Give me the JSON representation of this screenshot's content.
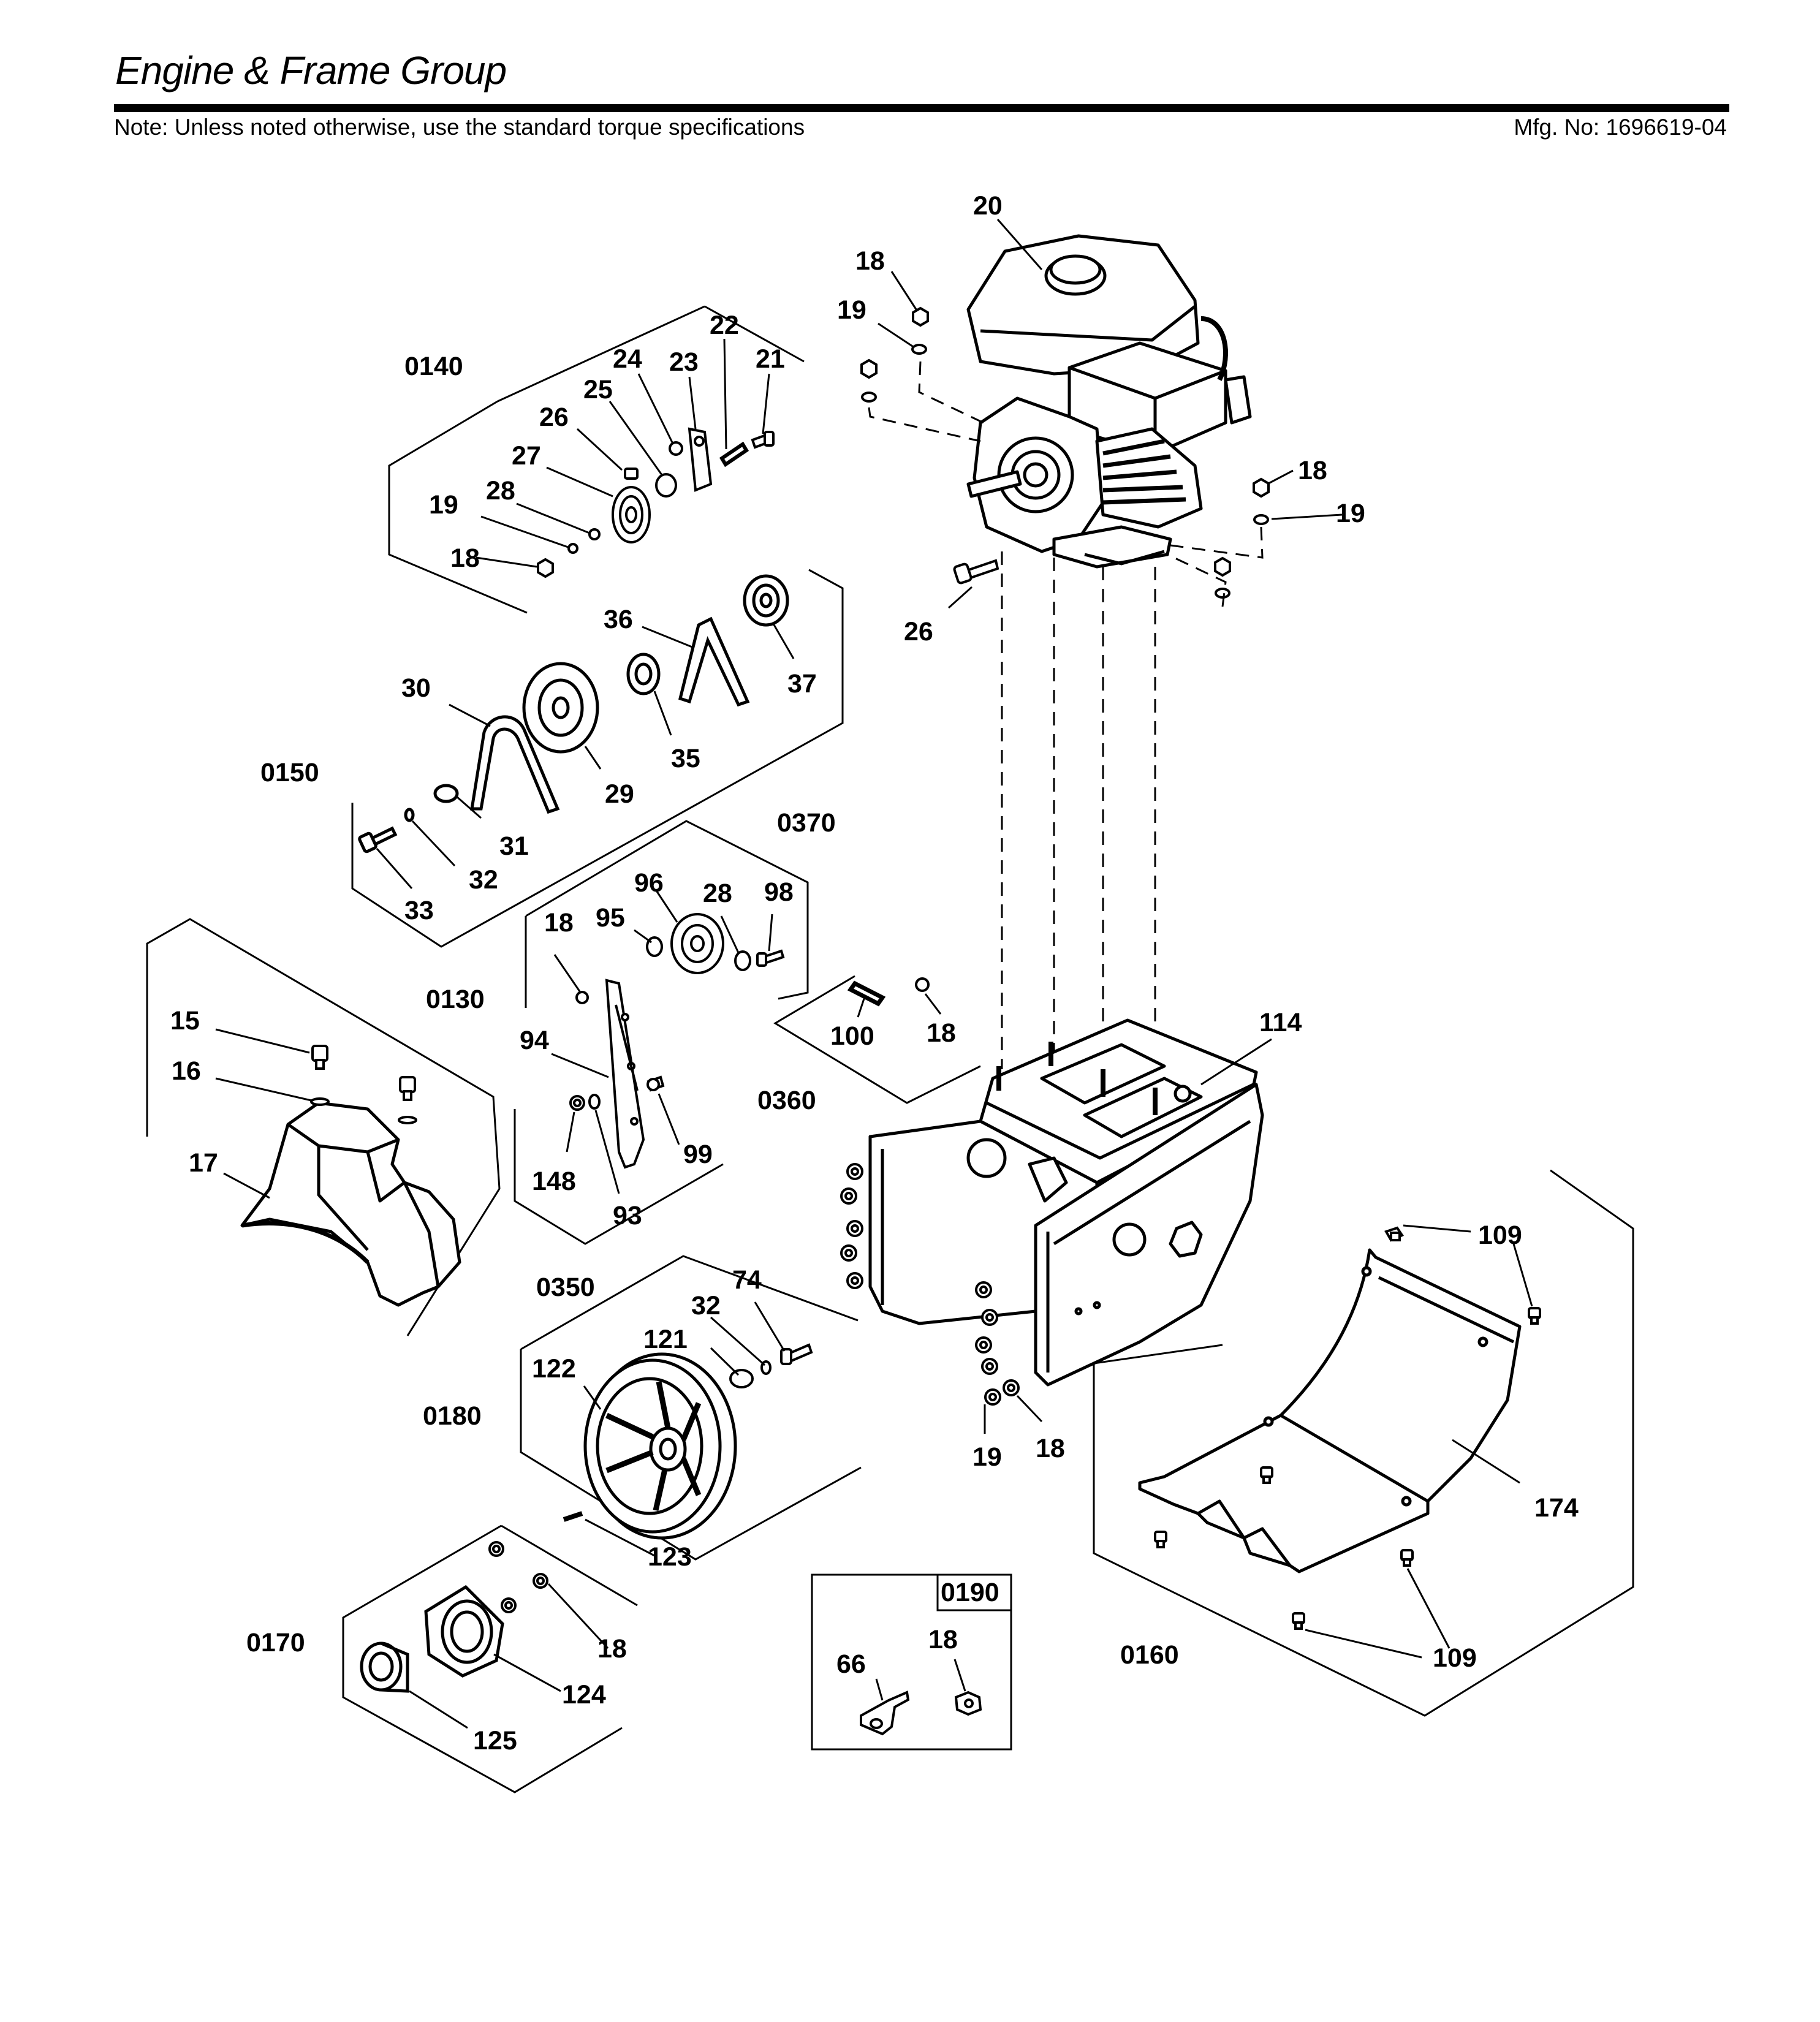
{
  "header": {
    "title": "Engine & Frame Group",
    "note": "Note: Unless noted otherwise, use the standard torque specifications",
    "mfg_no": "Mfg. No: 1696619-04"
  },
  "callouts": {
    "c20": "20",
    "c18a": "18",
    "c19a": "19",
    "c18b": "18",
    "c19b": "19",
    "c26a": "26",
    "c0140": "0140",
    "c24": "24",
    "c22": "22",
    "c23": "23",
    "c21": "21",
    "c25": "25",
    "c26b": "26",
    "c27": "27",
    "c28a": "28",
    "c19c": "19",
    "c18c": "18",
    "c36": "36",
    "c37": "37",
    "c30": "30",
    "c35": "35",
    "c29": "29",
    "c0150": "0150",
    "c31": "31",
    "c32a": "32",
    "c33": "33",
    "c0370": "0370",
    "c96": "96",
    "c28b": "28",
    "c98": "98",
    "c18d": "18",
    "c95": "95",
    "c94": "94",
    "c99": "99",
    "c148": "148",
    "c93": "93",
    "c0350": "0350",
    "c100": "100",
    "c18e": "18",
    "c0360": "0360",
    "c0130": "0130",
    "c15": "15",
    "c16": "16",
    "c17": "17",
    "c114": "114",
    "c19d": "19",
    "c18f": "18",
    "c109a": "109",
    "c174": "174",
    "c109b": "109",
    "c0160": "0160",
    "c74": "74",
    "c32b": "32",
    "c121": "121",
    "c122": "122",
    "c0180": "0180",
    "c123": "123",
    "c0170": "0170",
    "c18g": "18",
    "c124": "124",
    "c125": "125",
    "c0190": "0190",
    "c66": "66",
    "c18h": "18"
  }
}
